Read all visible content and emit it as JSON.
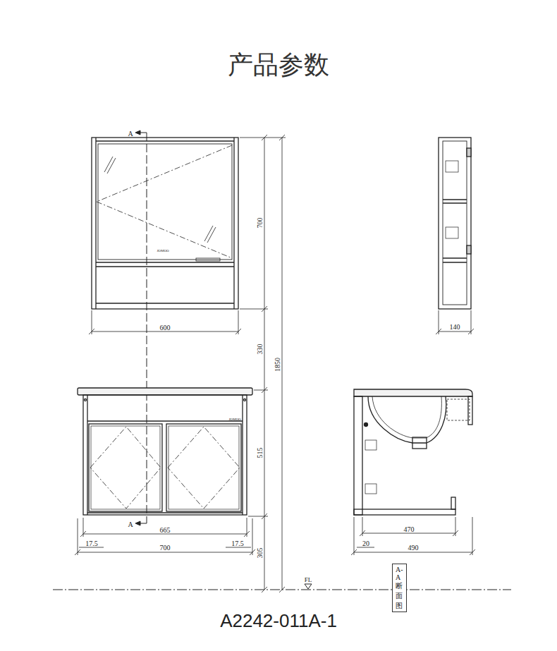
{
  "diagram": {
    "title": "产品参数",
    "caption": "A2242-011A-1",
    "nodes": [
      {
        "text": [
          "A-A 断面图"
        ]
      }
    ],
    "labels": [
      "A",
      "700",
      "600",
      "330",
      "1850",
      "JOMOO",
      "JOMOO",
      "515",
      "A",
      "665",
      "17.5",
      "700",
      "17.5",
      "305",
      "FL",
      "140",
      "470",
      "20",
      "490"
    ]
  }
}
